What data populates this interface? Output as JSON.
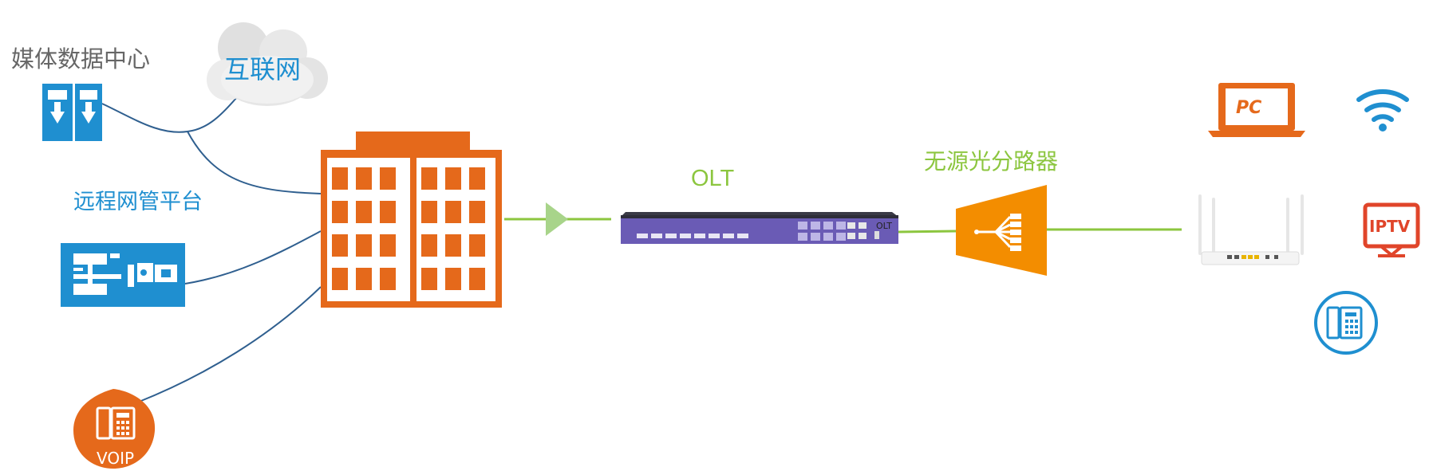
{
  "labels": {
    "media_center": "媒体数据中心",
    "internet": "互联网",
    "remote_nms": "远程网管平台",
    "voip": "VOIP",
    "olt": "OLT",
    "splitter": "无源光分路器",
    "pc": "PC",
    "iptv": "IPTV"
  },
  "colors": {
    "orange": "#e5691b",
    "blue": "#1f8fd0",
    "green": "#8cc63f",
    "olt_purple": "#6a5bb5",
    "link_blue": "#2f5f8f"
  },
  "icons": [
    "server-icon",
    "cloud-icon",
    "nms-icon",
    "voip-phone-icon",
    "building-icon",
    "olt-device",
    "splitter-icon",
    "pc-icon",
    "wifi-icon",
    "router-icon",
    "iptv-icon",
    "phone-icon"
  ]
}
